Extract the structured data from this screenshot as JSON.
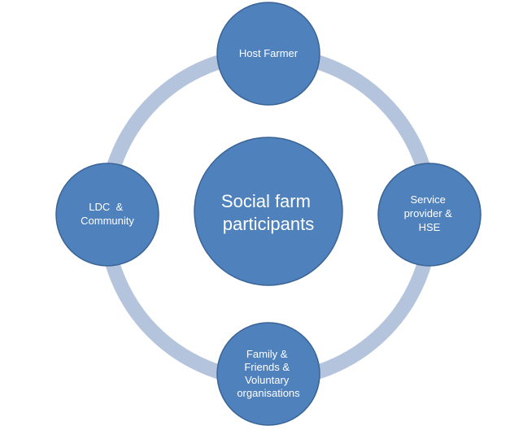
{
  "diagram": {
    "title": "",
    "center": {
      "lines": [
        "Social farm",
        "participants"
      ]
    },
    "nodes": [
      {
        "id": "top",
        "lines": [
          "Host Farmer"
        ]
      },
      {
        "id": "right",
        "lines": [
          "Service",
          "provider &",
          "HSE"
        ]
      },
      {
        "id": "bottom",
        "lines": [
          "Family &",
          "Friends &",
          "Voluntary",
          "organisations"
        ]
      },
      {
        "id": "left",
        "lines": [
          "LDC  &",
          "Community"
        ]
      }
    ],
    "colors": {
      "node_fill": "#4F81BD",
      "node_stroke": "#3A6496",
      "ring": "#B5C4DD",
      "text": "#FFFFFF"
    }
  }
}
